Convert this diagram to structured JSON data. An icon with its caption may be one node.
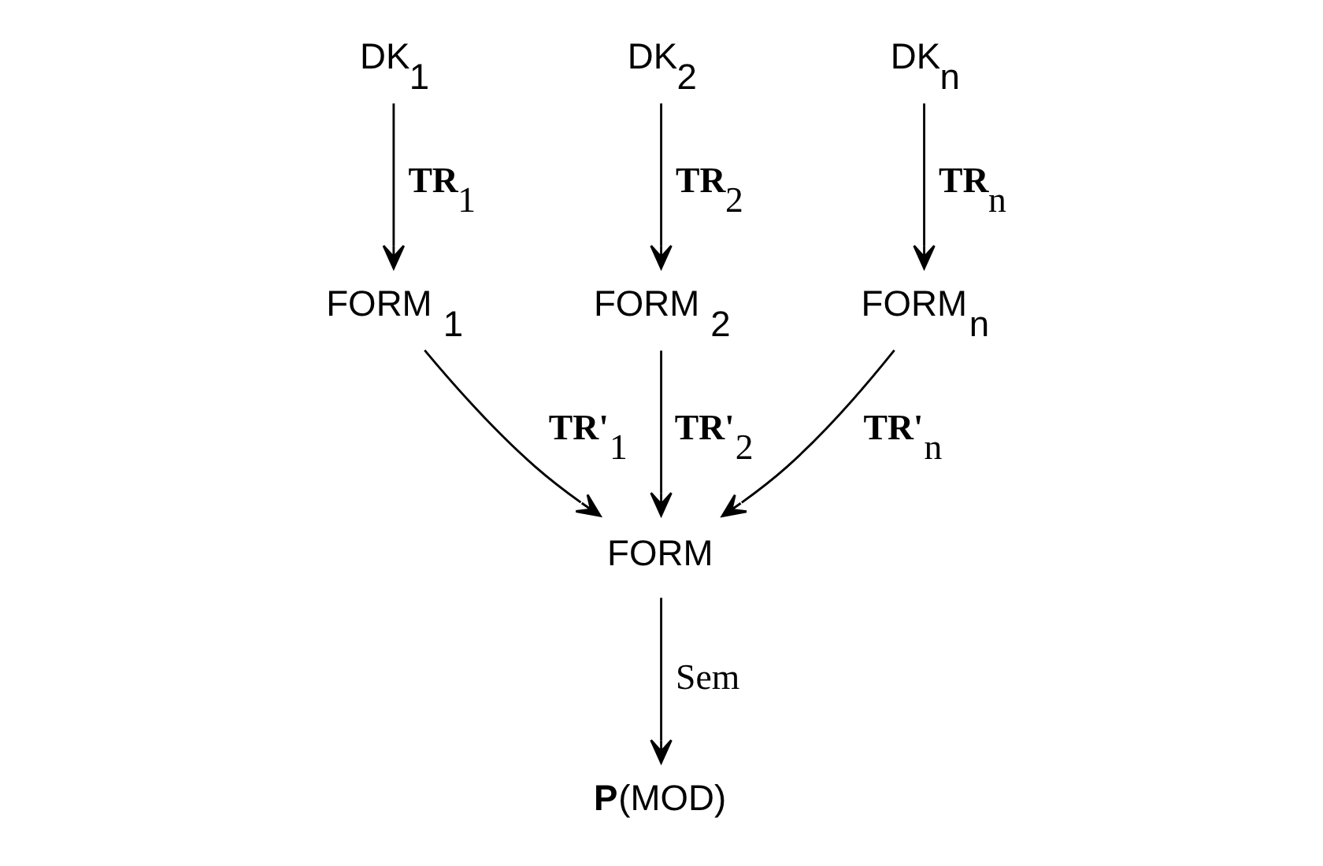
{
  "diagram": {
    "nodes": [
      {
        "text": [
          "DK$_{1}$"
        ]
      },
      {
        "text": [
          "DK$_{2}$"
        ]
      },
      {
        "text": [
          "DK$_{n}$"
        ]
      },
      {
        "text": [
          "FORM $_{1}$"
        ]
      },
      {
        "text": [
          "FORM $_{2}$"
        ]
      },
      {
        "text": [
          "FORM$_{n}$"
        ]
      },
      {
        "text": [
          "FORM"
        ]
      },
      {
        "text": [
          "**P**(MOD)"
        ]
      }
    ],
    "edges": [
      {
        "from": 0,
        "to": 3,
        "arrow": "to",
        "label": "**TR**$_{1}$"
      },
      {
        "from": 1,
        "to": 4,
        "arrow": "to",
        "label": "**TR**$_{2}$"
      },
      {
        "from": 2,
        "to": 5,
        "arrow": "to",
        "label": "**TR**$_{n}$"
      },
      {
        "from": 3,
        "to": 6,
        "arrow": "to",
        "label": "**TR'**$_{1}$"
      },
      {
        "from": 4,
        "to": 6,
        "arrow": "to",
        "label": "**TR'**$_{2}$"
      },
      {
        "from": 5,
        "to": 6,
        "arrow": "to",
        "label": "**TR'**$_{n}$"
      },
      {
        "from": 6,
        "to": 7,
        "arrow": "to",
        "label": "Sem"
      }
    ]
  }
}
